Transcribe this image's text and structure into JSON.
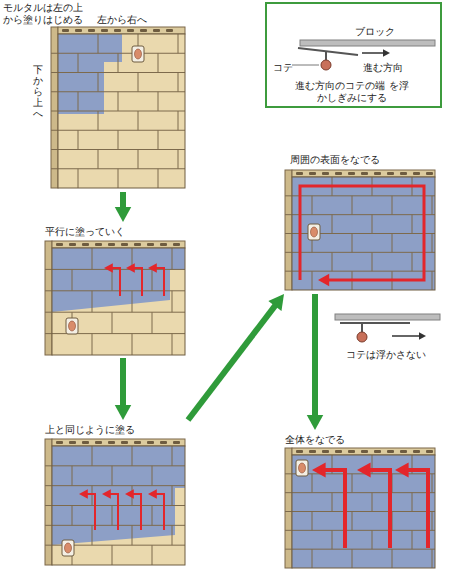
{
  "diagram": {
    "nodes": [
      {
        "text": [
          "モルタルは左の上 から塗りはじめる",
          "左から右へ",
          "下から上へ"
        ]
      },
      {
        "text": [
          "ブロック",
          "コテ",
          "進む方向",
          "進む方向のコテの端 を浮かしぎみにする"
        ]
      },
      {
        "text": [
          "平行に塗っていく"
        ]
      },
      {
        "text": [
          "周囲の表面をなでる"
        ]
      },
      {
        "text": [
          "上と同じように塗る"
        ]
      },
      {
        "text": [
          "全体をなでる"
        ]
      }
    ],
    "edges": [
      {
        "from": 0,
        "to": 2,
        "arrow": "to"
      },
      {
        "from": 2,
        "to": 4,
        "arrow": "to"
      },
      {
        "from": 4,
        "to": 3,
        "arrow": "to"
      },
      {
        "from": 3,
        "to": 5,
        "arrow": "to"
      }
    ],
    "labels": [
      "コテは浮かさない"
    ]
  }
}
